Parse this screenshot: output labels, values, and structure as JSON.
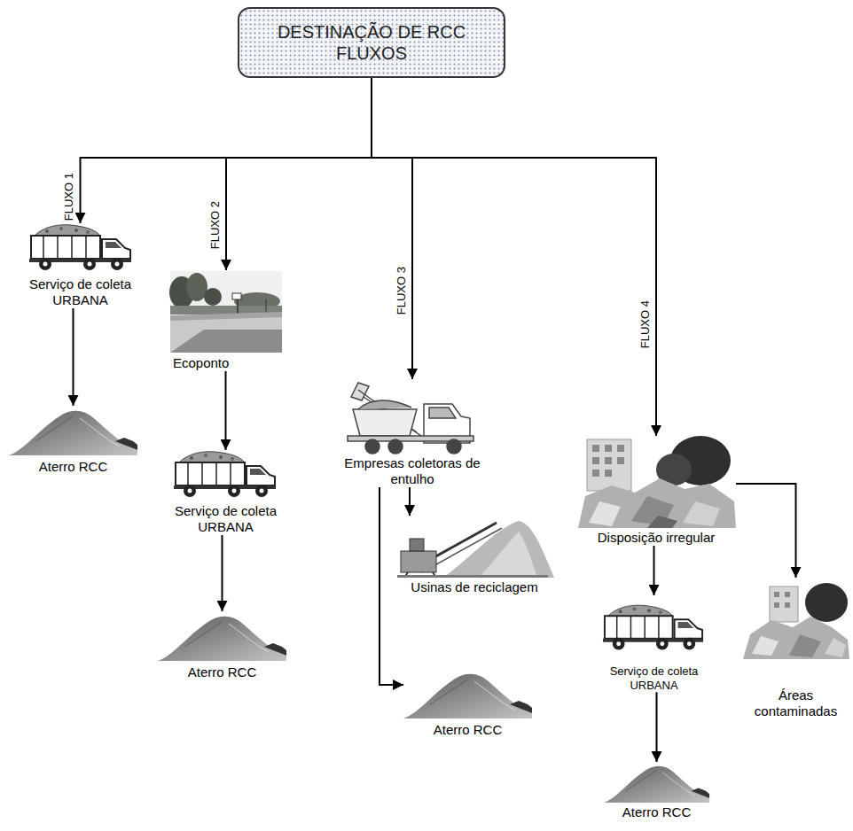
{
  "diagram": {
    "nodes": [
      {
        "text": [
          "DESTINAÇÃO DE RCC FLUXOS"
        ]
      },
      {
        "text": [
          "Serviço de coleta URBANA"
        ]
      },
      {
        "text": [
          "Aterro RCC"
        ]
      },
      {
        "text": [
          "Ecoponto"
        ]
      },
      {
        "text": [
          "Serviço de coleta URBANA"
        ]
      },
      {
        "text": [
          "Aterro RCC"
        ]
      },
      {
        "text": [
          "Empresas coletoras de entulho"
        ]
      },
      {
        "text": [
          "Usinas de reciclagem"
        ]
      },
      {
        "text": [
          "Aterro RCC"
        ]
      },
      {
        "text": [
          "Disposição irregular"
        ]
      },
      {
        "text": [
          "Serviço de coleta URBANA"
        ]
      },
      {
        "text": [
          "Aterro RCC"
        ]
      },
      {
        "text": [
          "Áreas contaminadas"
        ]
      }
    ],
    "edges": [
      {
        "from": 0,
        "to": 1,
        "arrow": "to",
        "label": "FLUXO 1"
      },
      {
        "from": 0,
        "to": 3,
        "arrow": "to",
        "label": "FLUXO 2"
      },
      {
        "from": 0,
        "to": 6,
        "arrow": "to",
        "label": "FLUXO 3"
      },
      {
        "from": 0,
        "to": 9,
        "arrow": "to",
        "label": "FLUXO 4"
      },
      {
        "from": 1,
        "to": 2,
        "arrow": "to"
      },
      {
        "from": 3,
        "to": 4,
        "arrow": "to"
      },
      {
        "from": 4,
        "to": 5,
        "arrow": "to"
      },
      {
        "from": 6,
        "to": 7,
        "arrow": "to"
      },
      {
        "from": 6,
        "to": 8,
        "arrow": "to"
      },
      {
        "from": 9,
        "to": 10,
        "arrow": "to"
      },
      {
        "from": 10,
        "to": 11,
        "arrow": "to"
      },
      {
        "from": 9,
        "to": 12,
        "arrow": "to"
      }
    ]
  }
}
